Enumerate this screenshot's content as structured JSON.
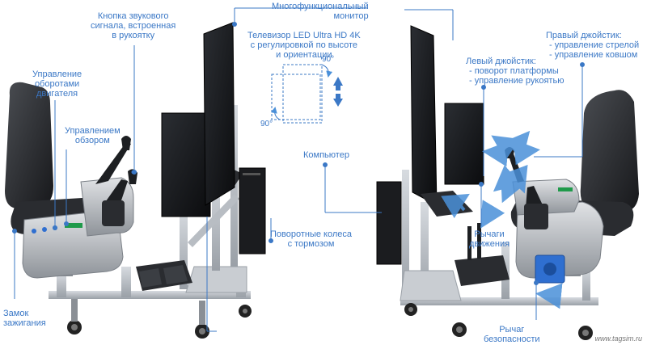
{
  "labels": {
    "horn_button": [
      "Кнопка звукового",
      "сигнала, встроенная",
      "в рукоятку"
    ],
    "monitor": [
      "Многофункциональный",
      "монитор"
    ],
    "tv": [
      "Телевизор LED Ultra HD 4K",
      "с регулировкой по высоте",
      "и ориентации"
    ],
    "right_joystick_title": "Правый джойстик:",
    "right_joystick_items": [
      "- управление стрелой",
      "- управление ковшом"
    ],
    "left_joystick_title": "Левый джойстик:",
    "left_joystick_items": [
      "- поворот платформы",
      "- управление рукоятью"
    ],
    "engine_rpm": [
      "Управление",
      "оборотами",
      "двигателя"
    ],
    "view_control": [
      "Управлением",
      "обзором"
    ],
    "computer": "Компьютер",
    "wheels": [
      "Поворотные колеса",
      "с тормозом"
    ],
    "motion_levers": [
      "Рычаги",
      "движения"
    ],
    "ignition": [
      "Замок",
      "зажигания"
    ],
    "safety_lever": [
      "Рычаг",
      "безопасности"
    ]
  },
  "tv_rotation": {
    "top_angle": "90°",
    "bottom_angle": "90°"
  },
  "watermark": "www.tagsim.ru",
  "colors": {
    "accent": "#3b78c6",
    "arrow": "#4a90d9",
    "frame": "#b9bfc6",
    "dark": "#1d1f22"
  }
}
